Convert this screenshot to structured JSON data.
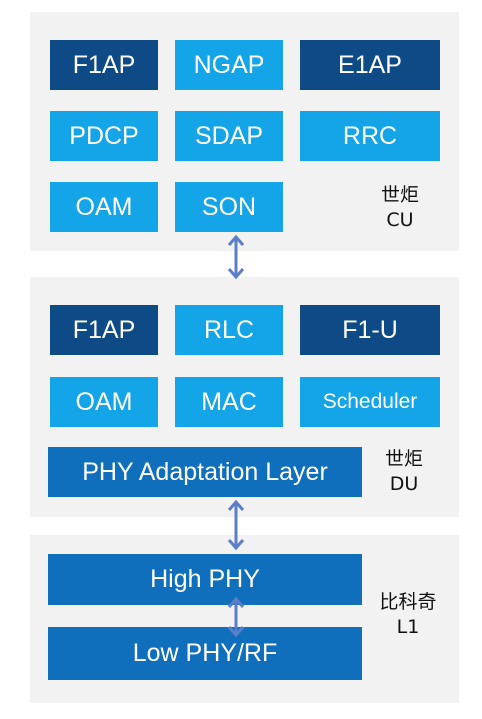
{
  "cu": {
    "boxes": [
      "F1AP",
      "NGAP",
      "E1AP",
      "PDCP",
      "SDAP",
      "RRC",
      "OAM",
      "SON"
    ],
    "label_line1": "世炬",
    "label_line2": "CU"
  },
  "du": {
    "boxes": [
      "F1AP",
      "RLC",
      "F1-U",
      "OAM",
      "MAC",
      "Scheduler"
    ],
    "phy_adaptation": "PHY Adaptation Layer",
    "label_line1": "世炬",
    "label_line2": "DU"
  },
  "l1": {
    "high_phy": "High PHY",
    "low_phy": "Low PHY/RF",
    "label_line1": "比科奇",
    "label_line2": "L1"
  },
  "colors": {
    "panel": "#f2f2f2",
    "dark_blue": "#0e4a86",
    "mid_blue": "#0f6fbd",
    "light_blue": "#14a4e8",
    "arrow": "#5b7ec9"
  }
}
